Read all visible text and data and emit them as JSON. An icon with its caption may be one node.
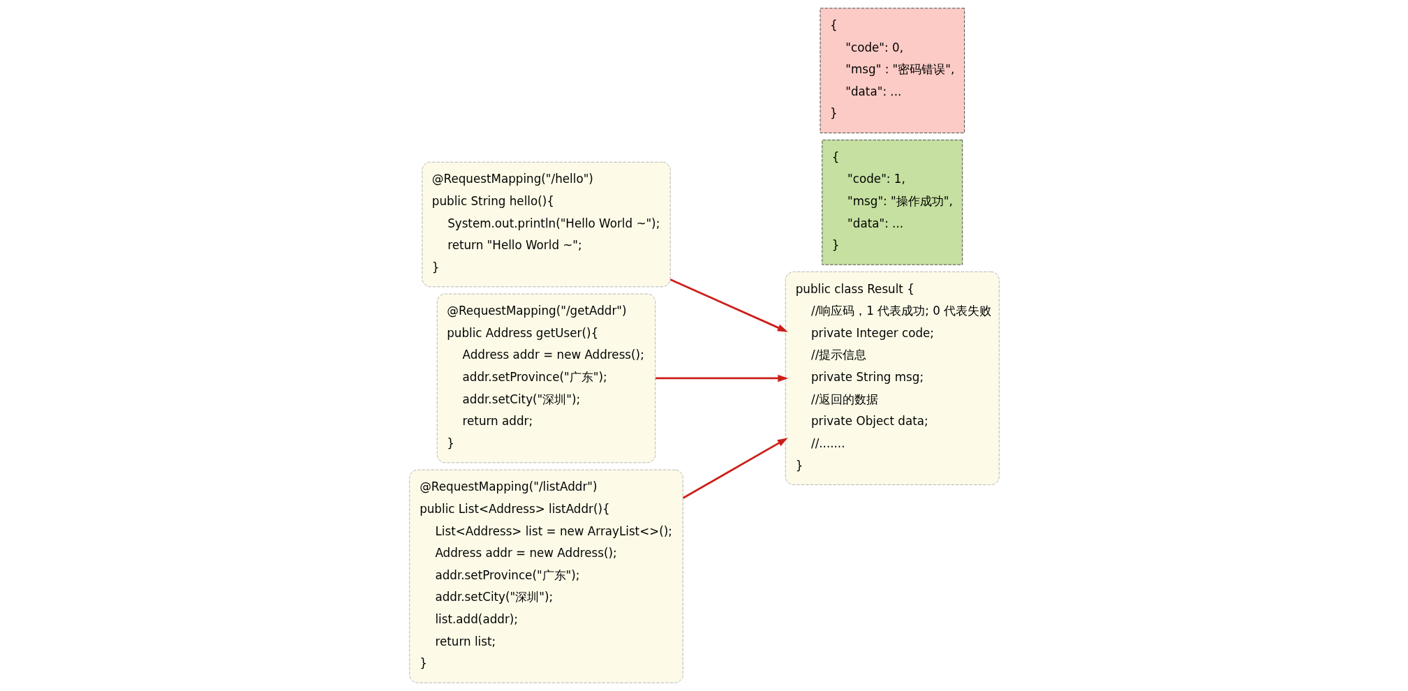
{
  "diagram": {
    "nodes": [
      {
        "text": [
          "@RequestMapping(\"/hello\")",
          "public String hello(){",
          "System.out.println(\"Hello World ~\");",
          "return \"Hello World ~\";",
          "}"
        ]
      },
      {
        "text": [
          "@RequestMapping(\"/getAddr\")",
          "public Address getUser(){",
          "Address addr = new Address();",
          "addr.setProvince(\"广东\");",
          "addr.setCity(\"深圳\");",
          "return addr;",
          "}"
        ]
      },
      {
        "text": [
          "@RequestMapping(\"/listAddr\")",
          "public List<Address> listAddr(){",
          "List<Address> list = new ArrayList<>();",
          "Address addr = new Address();",
          "addr.setProvince(\"广东\");",
          "addr.setCity(\"深圳\");",
          "list.add(addr);",
          "return list;",
          "}"
        ]
      },
      {
        "text": [
          "public class Result {",
          "//响应码，1 代表成功; 0 代表失败",
          "private Integer code;",
          "//提示信息",
          "private String msg;",
          "//返回的数据",
          "private Object data;",
          "//.......",
          "}"
        ]
      },
      {
        "text": [
          "{",
          "\"code\": 1,",
          "\"msg\": \"操作成功\",",
          "\"data\": ...",
          "}"
        ]
      },
      {
        "text": [
          "{",
          "\"code\": 0,",
          "\"msg\" : \"密码错误\",",
          "\"data\": ...",
          "}"
        ]
      }
    ],
    "edges": [
      {
        "from": 0,
        "to": 3,
        "arrow": "to",
        "color": "#cc1f1a"
      },
      {
        "from": 1,
        "to": 3,
        "arrow": "to",
        "color": "#cc1f1a"
      },
      {
        "from": 2,
        "to": 3,
        "arrow": "to",
        "color": "#cc1f1a"
      }
    ]
  }
}
